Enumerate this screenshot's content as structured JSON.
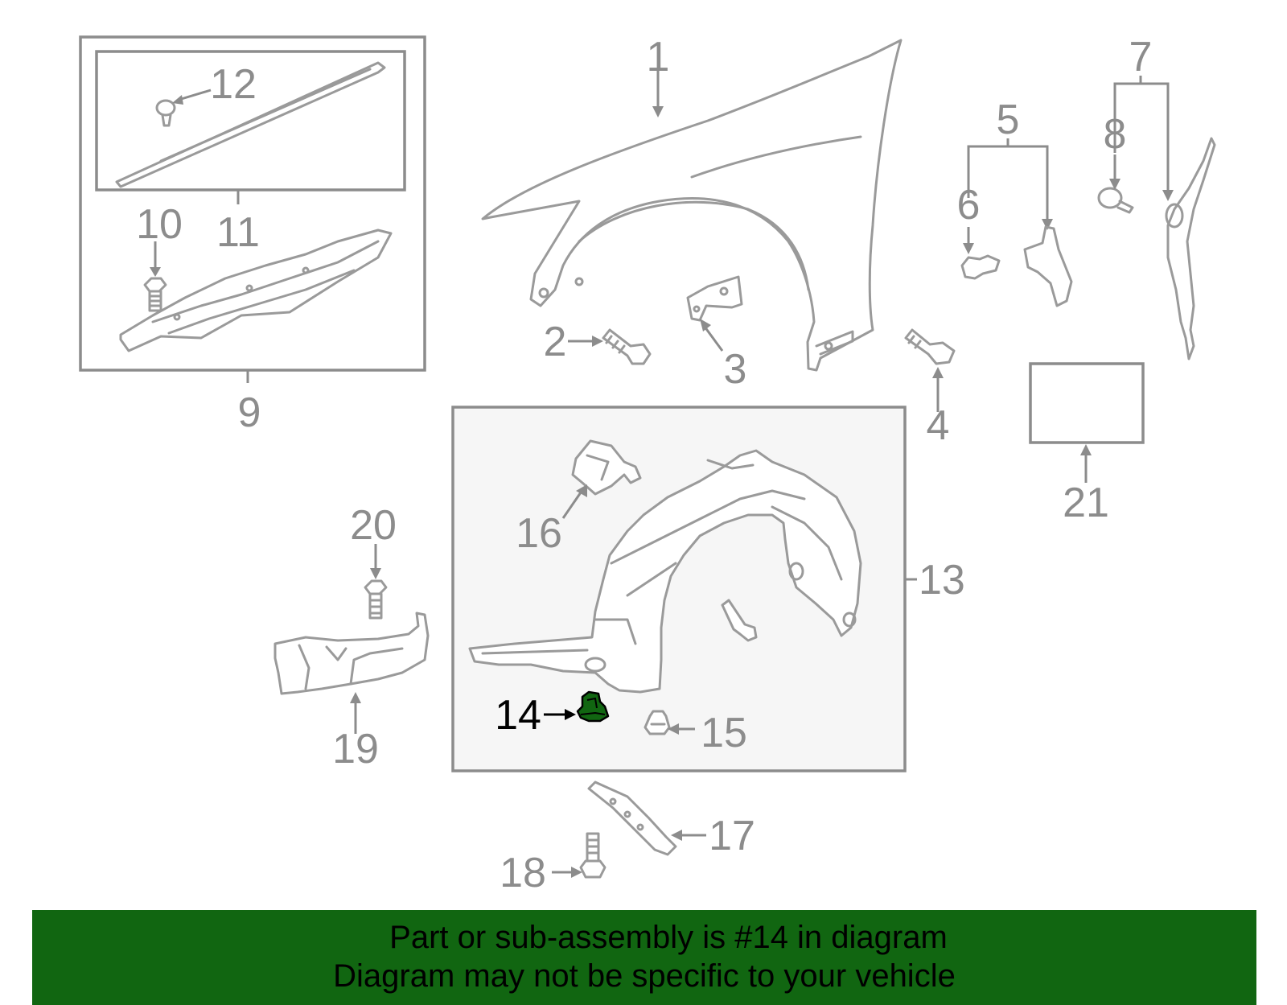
{
  "diagram": {
    "callouts": [
      {
        "id": "1",
        "label": "1"
      },
      {
        "id": "2",
        "label": "2"
      },
      {
        "id": "3",
        "label": "3"
      },
      {
        "id": "4",
        "label": "4"
      },
      {
        "id": "5",
        "label": "5"
      },
      {
        "id": "6",
        "label": "6"
      },
      {
        "id": "7",
        "label": "7"
      },
      {
        "id": "8",
        "label": "8"
      },
      {
        "id": "9",
        "label": "9"
      },
      {
        "id": "10",
        "label": "10"
      },
      {
        "id": "11",
        "label": "11"
      },
      {
        "id": "12",
        "label": "12"
      },
      {
        "id": "13",
        "label": "13"
      },
      {
        "id": "14",
        "label": "14",
        "highlighted": true
      },
      {
        "id": "15",
        "label": "15"
      },
      {
        "id": "16",
        "label": "16"
      },
      {
        "id": "17",
        "label": "17"
      },
      {
        "id": "18",
        "label": "18"
      },
      {
        "id": "19",
        "label": "19"
      },
      {
        "id": "20",
        "label": "20"
      },
      {
        "id": "21",
        "label": "21"
      }
    ],
    "highlight_color": "#116611",
    "line_color": "#9a9a9a"
  },
  "banner": {
    "line1": "Part or sub-assembly is #14 in diagram",
    "line2": "Diagram may not be specific to your vehicle",
    "background": "#116611"
  }
}
